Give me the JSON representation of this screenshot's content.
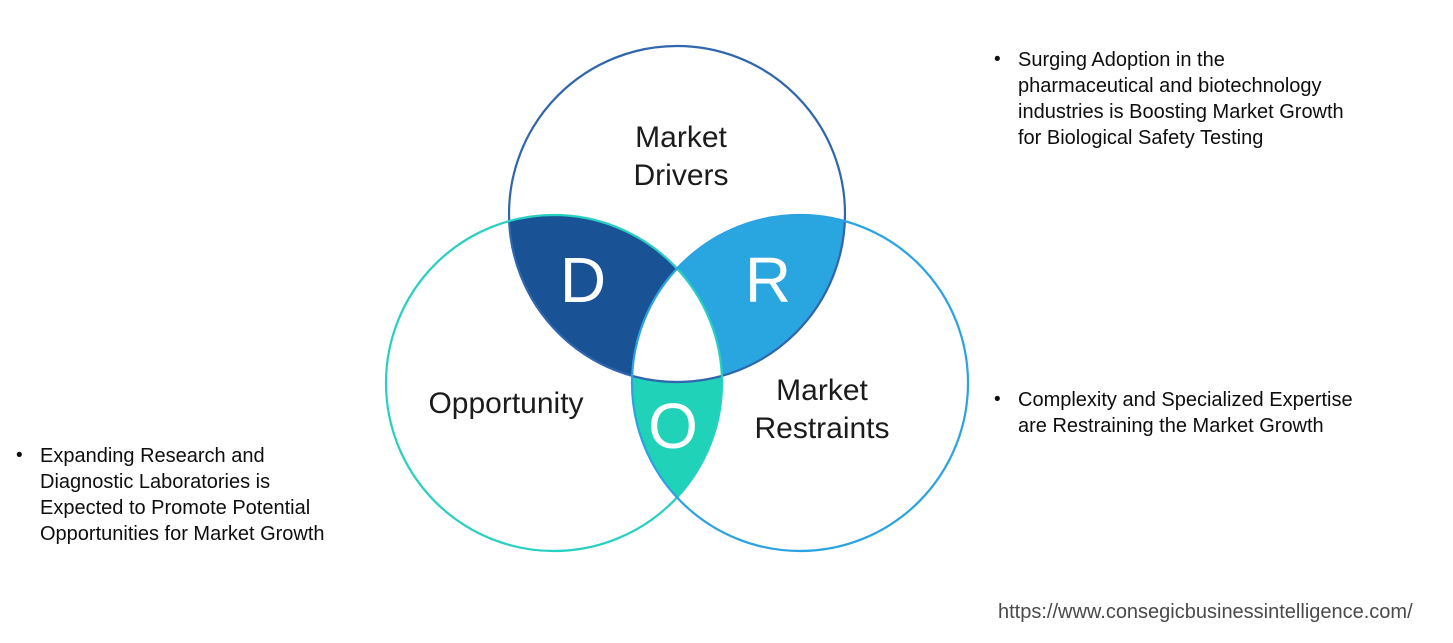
{
  "diagram": {
    "circles": [
      {
        "id": "market-drivers",
        "label": "Market\nDrivers",
        "letter": "D",
        "fill_color": "#1a5296",
        "outline_color": "#2f66ad"
      },
      {
        "id": "opportunity",
        "label": "Opportunity",
        "letter": "O",
        "fill_color": "#1fd2b8",
        "outline_color": "#27d0c0"
      },
      {
        "id": "market-restraints",
        "label": "Market\nRestraints",
        "letter": "R",
        "fill_color": "#29a6e0",
        "outline_color": "#2ba3e2"
      }
    ],
    "center_color": "#ffffff"
  },
  "bullets": [
    {
      "marker": "•",
      "text": "Surging Adoption in the\npharmaceutical and biotechnology\nindustries is Boosting Market Growth\nfor Biological Safety Testing"
    },
    {
      "marker": "•",
      "text": "Complexity and Specialized Expertise\nare Restraining the Market Growth"
    },
    {
      "marker": "•",
      "text": "Expanding Research and\nDiagnostic Laboratories is\nExpected to Promote Potential\nOpportunities for Market Growth"
    }
  ],
  "footer": {
    "url": "https://www.consegicbusinessintelligence.com/"
  }
}
